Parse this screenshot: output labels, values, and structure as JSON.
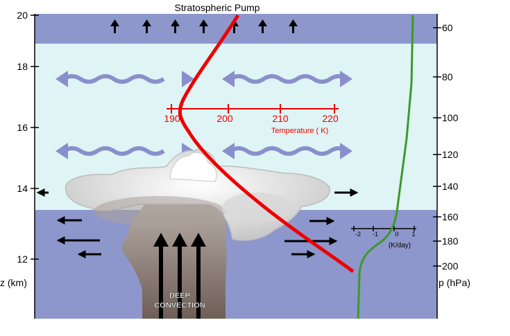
{
  "title": "Stratospheric Pump",
  "left_axis": {
    "label": "z (km)",
    "ticks": [
      "20",
      "18",
      "16",
      "14",
      "12"
    ]
  },
  "right_axis": {
    "label": "p (hPa)",
    "ticks": [
      "60",
      "80",
      "100",
      "120",
      "140",
      "160",
      "180",
      "200"
    ]
  },
  "temperature_axis": {
    "label": "Temperature ( K)",
    "ticks": [
      "190",
      "200",
      "210",
      "220"
    ]
  },
  "heating_axis": {
    "label": "(K/day)",
    "ticks": [
      "-2",
      "-1",
      "0",
      "1"
    ]
  },
  "convection_label_line1": "DEEP",
  "convection_label_line2": "CONVECTION",
  "colors": {
    "stratosphere": "#8e97cb",
    "tropopause_layer": "#dff4f5",
    "troposphere": "#8e97cb",
    "temperature_curve": "#ee0000",
    "heating_curve": "#3a9a2a",
    "wave_arrows": "#8a8fcc",
    "cloud": "#f0f0f0",
    "convective_column": "#7a6a62"
  }
}
